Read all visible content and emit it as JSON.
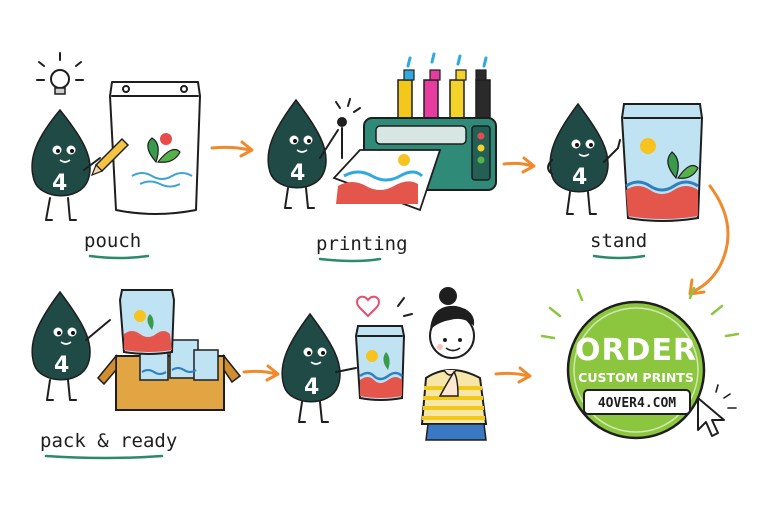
{
  "steps": [
    {
      "label": "pouch",
      "mascot": "4"
    },
    {
      "label": "printing",
      "mascot": "4"
    },
    {
      "label": "stand",
      "mascot": "4"
    },
    {
      "label": "pack & ready",
      "mascot": "4"
    },
    {
      "label": "",
      "mascot": "4"
    }
  ],
  "cta": {
    "title": "ORDER",
    "subtitle": "CUSTOM PRINTS",
    "url": "4OVER4.COM"
  },
  "colors": {
    "mascot": "#1f4a45",
    "arrow": "#f08a2c",
    "badge_green": "#8cc63f",
    "underline": "#2a8a6a",
    "pouch_blue": "#bfe3f2",
    "box_brown": "#e2a544"
  },
  "icons": [
    "lightbulb-icon",
    "pencil-icon",
    "printer-icon",
    "heart-icon",
    "sun-icon",
    "leaf-icon",
    "wave-icon",
    "cursor-icon",
    "box-icon",
    "person-icon"
  ]
}
